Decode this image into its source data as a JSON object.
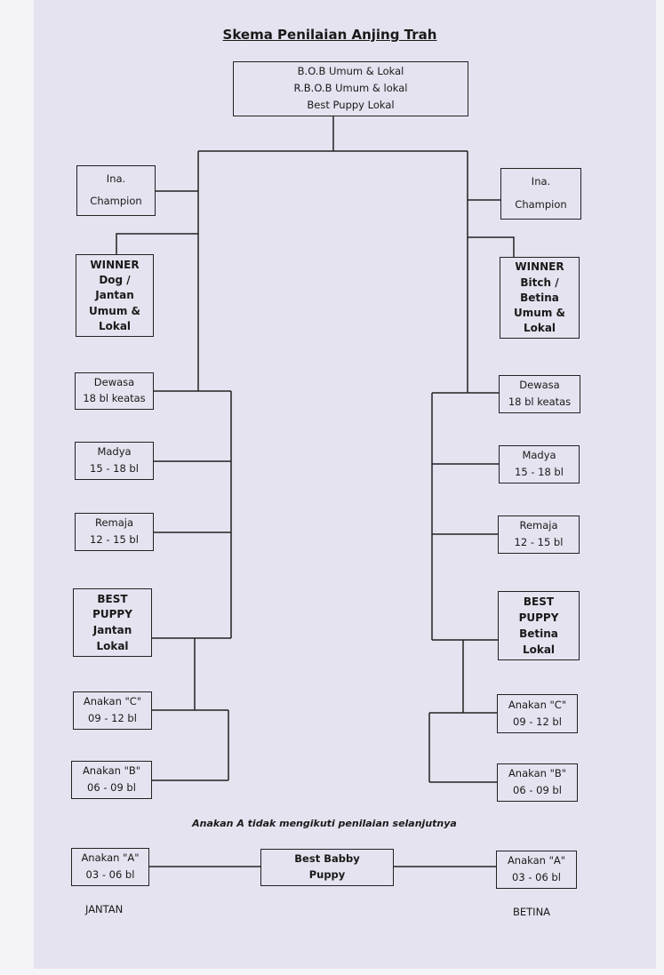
{
  "title": "Skema Penilaian Anjing Trah",
  "top_box": [
    "B.O.B  Umum & Lokal",
    "R.B.O.B  Umum & lokal",
    "Best Puppy Lokal"
  ],
  "left": {
    "ina_champion": [
      "Ina.",
      "Champion"
    ],
    "winner": [
      "WINNER",
      "Dog /",
      "Jantan",
      "Umum &",
      "Lokal"
    ],
    "dewasa": [
      "Dewasa",
      "18 bl keatas"
    ],
    "madya": [
      "Madya",
      "15 - 18 bl"
    ],
    "remaja": [
      "Remaja",
      "12 - 15 bl"
    ],
    "best_puppy": [
      "BEST",
      "PUPPY",
      "Jantan",
      "Lokal"
    ],
    "anakan_c": [
      "Anakan \"C\"",
      "09 - 12 bl"
    ],
    "anakan_b": [
      "Anakan \"B\"",
      "06 - 09 bl"
    ],
    "anakan_a": [
      "Anakan \"A\"",
      "03 - 06 bl"
    ],
    "label": "JANTAN"
  },
  "right": {
    "ina_champion": [
      "Ina.",
      "Champion"
    ],
    "winner": [
      "WINNER",
      "Bitch /",
      "Betina",
      "Umum &",
      "Lokal"
    ],
    "dewasa": [
      "Dewasa",
      "18 bl keatas"
    ],
    "madya": [
      "Madya",
      "15 - 18 bl"
    ],
    "remaja": [
      "Remaja",
      "12 - 15 bl"
    ],
    "best_puppy": [
      "BEST",
      "PUPPY",
      "Betina",
      "Lokal"
    ],
    "anakan_c": [
      "Anakan \"C\"",
      "09 - 12 bl"
    ],
    "anakan_b": [
      "Anakan \"B\"",
      "06 - 09 bl"
    ],
    "anakan_a": [
      "Anakan \"A\"",
      "03 - 06 bl"
    ],
    "label": "BETINA"
  },
  "best_babby_puppy": [
    "Best Babby",
    "Puppy"
  ],
  "note": "Anakan A tidak mengikuti penilaian selanjutnya"
}
